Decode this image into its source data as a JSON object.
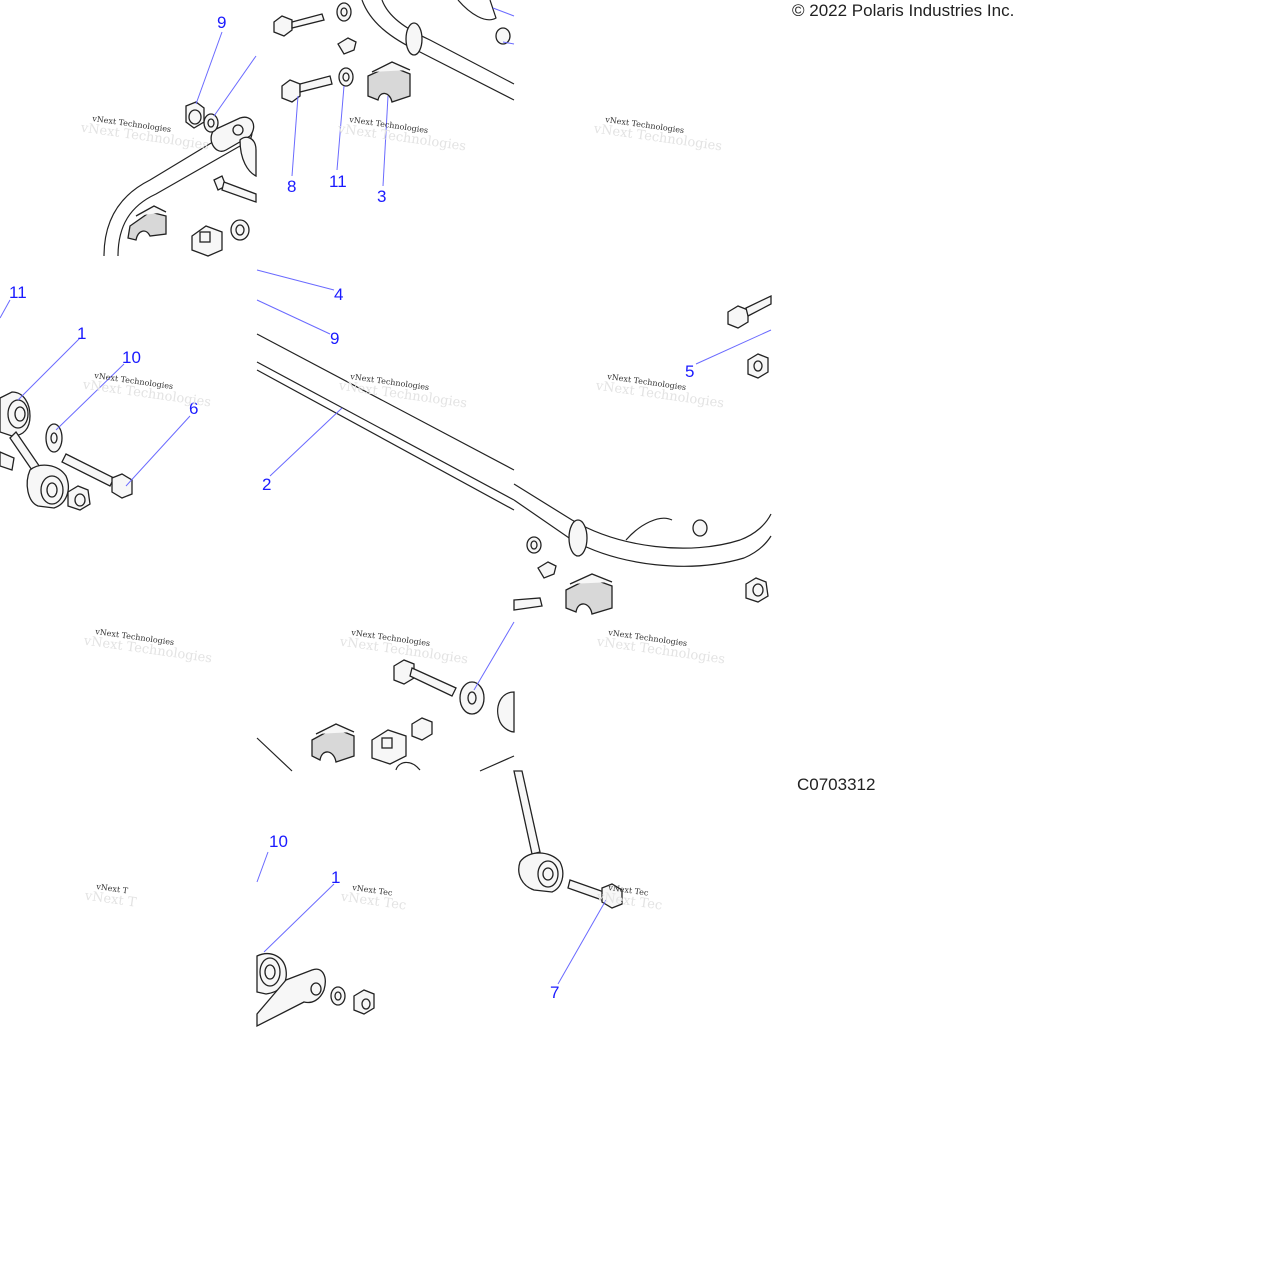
{
  "copyright": "© 2022 Polaris Industries Inc.",
  "drawing_id": "C0703312",
  "watermark": "vNext Technologies",
  "watermark_truncated": "vNext Tec",
  "watermark_short": "vNext T",
  "callouts": {
    "c9_top": "9",
    "c8": "8",
    "c11_top": "11",
    "c3": "3",
    "c11_left": "11",
    "c1_left": "1",
    "c10_left": "10",
    "c6": "6",
    "c4": "4",
    "c9_mid": "9",
    "c2": "2",
    "c5": "5",
    "c10_bottom": "10",
    "c1_bottom": "1",
    "c7": "7"
  },
  "colors": {
    "callout": "#1a1aff",
    "leader": "#6a6aff",
    "line_art": "#222222"
  }
}
